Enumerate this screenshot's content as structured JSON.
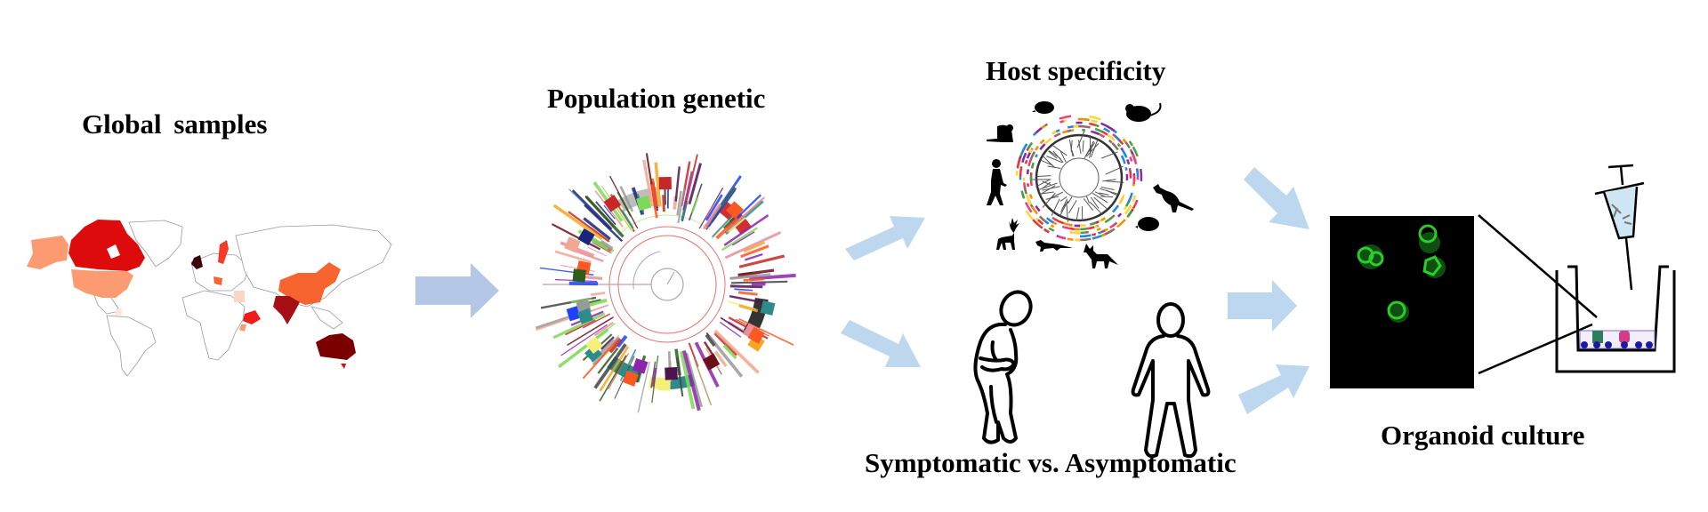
{
  "stages": {
    "global_samples": {
      "title": "Global samples",
      "map_legend_colors": [
        "#fcd6c5",
        "#fc9a72",
        "#f7642f",
        "#dd0b0b",
        "#a50f15",
        "#7a0000",
        "#3b0008"
      ],
      "highlighted_regions": [
        {
          "region": "Canada",
          "color": "#dd0b0b"
        },
        {
          "region": "Alaska",
          "color": "#fc9a72"
        },
        {
          "region": "United States",
          "color": "#fc9a72"
        },
        {
          "region": "United Kingdom",
          "color": "#3b0008"
        },
        {
          "region": "Sweden",
          "color": "#f43b2a"
        },
        {
          "region": "Central Europe",
          "color": "#f7642f"
        },
        {
          "region": "Egypt/Sudan",
          "color": "#fcd6c5"
        },
        {
          "region": "Ethiopia",
          "color": "#ef1c1c"
        },
        {
          "region": "Kenya",
          "color": "#fc9a72"
        },
        {
          "region": "China",
          "color": "#f7642f"
        },
        {
          "region": "India",
          "color": "#a50f15"
        },
        {
          "region": "Australia",
          "color": "#7a0000"
        },
        {
          "region": "Central America",
          "color": "#fde6dc"
        }
      ]
    },
    "population_genetic": {
      "title": "Population genetic"
    },
    "host_specificity": {
      "title": "Host specificity",
      "hosts": [
        "beaver",
        "hedgehog-top",
        "rat",
        "human",
        "kangaroo",
        "deer",
        "ferret",
        "fox",
        "hedgehog"
      ]
    },
    "symptomatic": {
      "title": "Symptomatic vs. Asymptomatic",
      "figures": [
        "symptomatic-person",
        "asymptomatic-person"
      ]
    },
    "organoid": {
      "title": "Organoid culture"
    }
  },
  "colors": {
    "arrow_primary": "#b4c7e7",
    "arrow_secondary": "#bdd7ee",
    "fluorescence": "#2fdc2f",
    "micrograph_bg": "#000000"
  }
}
